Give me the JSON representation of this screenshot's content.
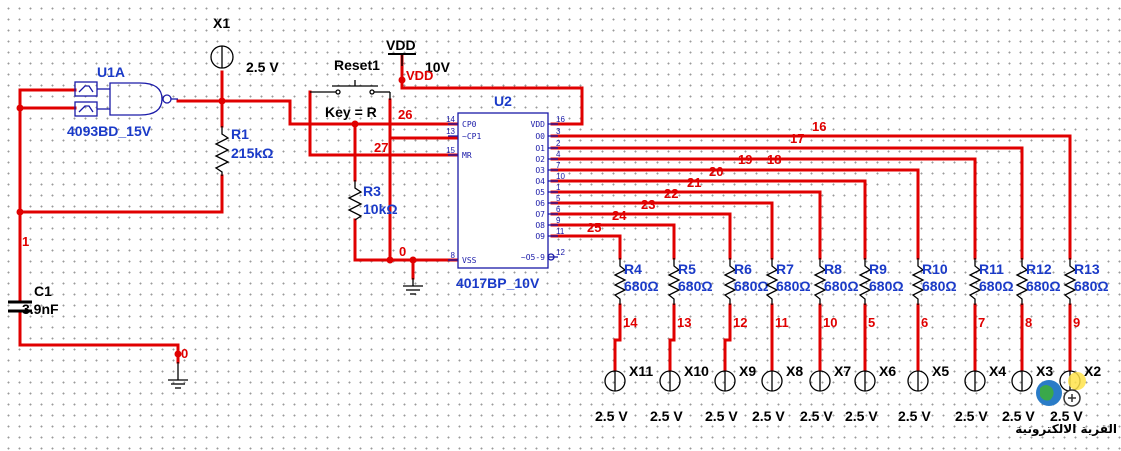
{
  "gate": {
    "ref": "U1A",
    "part": "4093BD_15V"
  },
  "probe_x1": {
    "ref": "X1",
    "value": "2.5 V"
  },
  "r1": {
    "ref": "R1",
    "value": "215kΩ"
  },
  "r3": {
    "ref": "R3",
    "value": "10kΩ"
  },
  "c1": {
    "ref": "C1",
    "value": "3.9nF"
  },
  "switch": {
    "ref": "Reset1",
    "key": "Key = R"
  },
  "supply": {
    "label": "VDD",
    "label_red": "VDD",
    "voltage": "10V"
  },
  "counter": {
    "ref": "U2",
    "part": "4017BP_10V",
    "left_pins": [
      {
        "num": "14",
        "name": "CP0"
      },
      {
        "num": "13",
        "name": "~CP1"
      },
      {
        "num": "15",
        "name": "MR"
      },
      {
        "num": "8",
        "name": "VSS"
      }
    ],
    "right_pins": [
      {
        "num": "16",
        "name": "VDD"
      },
      {
        "num": "3",
        "name": "O0"
      },
      {
        "num": "2",
        "name": "O1"
      },
      {
        "num": "4",
        "name": "O2"
      },
      {
        "num": "7",
        "name": "O3"
      },
      {
        "num": "10",
        "name": "O4"
      },
      {
        "num": "1",
        "name": "O5"
      },
      {
        "num": "5",
        "name": "O6"
      },
      {
        "num": "6",
        "name": "O7"
      },
      {
        "num": "9",
        "name": "O8"
      },
      {
        "num": "11",
        "name": "O9"
      },
      {
        "num": "12",
        "name": "~O5-9"
      }
    ]
  },
  "nets": {
    "n1": "1",
    "n0": "0",
    "n0b": "0",
    "n26": "26",
    "n27": "27",
    "out": [
      "16",
      "17",
      "18",
      "19",
      "20",
      "21",
      "22",
      "23",
      "24",
      "25"
    ]
  },
  "resistors": [
    {
      "ref": "R4",
      "value": "680Ω",
      "net": "14"
    },
    {
      "ref": "R5",
      "value": "680Ω",
      "net": "13"
    },
    {
      "ref": "R6",
      "value": "680Ω",
      "net": "12"
    },
    {
      "ref": "R7",
      "value": "680Ω",
      "net": "11"
    },
    {
      "ref": "R8",
      "value": "680Ω",
      "net": "10"
    },
    {
      "ref": "R9",
      "value": "680Ω",
      "net": "5"
    },
    {
      "ref": "R10",
      "value": "680Ω",
      "net": "6"
    },
    {
      "ref": "R11",
      "value": "680Ω",
      "net": "7"
    },
    {
      "ref": "R12",
      "value": "680Ω",
      "net": "8"
    },
    {
      "ref": "R13",
      "value": "680Ω",
      "net": "9"
    }
  ],
  "probes": [
    {
      "ref": "X11",
      "value": "2.5 V"
    },
    {
      "ref": "X10",
      "value": "2.5 V"
    },
    {
      "ref": "X9",
      "value": "2.5 V"
    },
    {
      "ref": "X8",
      "value": "2.5 V"
    },
    {
      "ref": "X7",
      "value": "2.5 V"
    },
    {
      "ref": "X6",
      "value": "2.5 V"
    },
    {
      "ref": "X5",
      "value": "2.5 V"
    },
    {
      "ref": "X4",
      "value": "2.5 V"
    },
    {
      "ref": "X3",
      "value": "2.5 V"
    },
    {
      "ref": "X2",
      "value": "2.5 V"
    }
  ],
  "watermark": {
    "text": "القرية الالكترونية"
  },
  "colors": {
    "wire": "#e00000",
    "part": "#1a1aa8",
    "label": "#1a3ac8",
    "text": "#000000"
  },
  "icons": {
    "probe": "probe-circle-icon",
    "ground": "ground-icon",
    "logo": "globe-logo-icon"
  }
}
